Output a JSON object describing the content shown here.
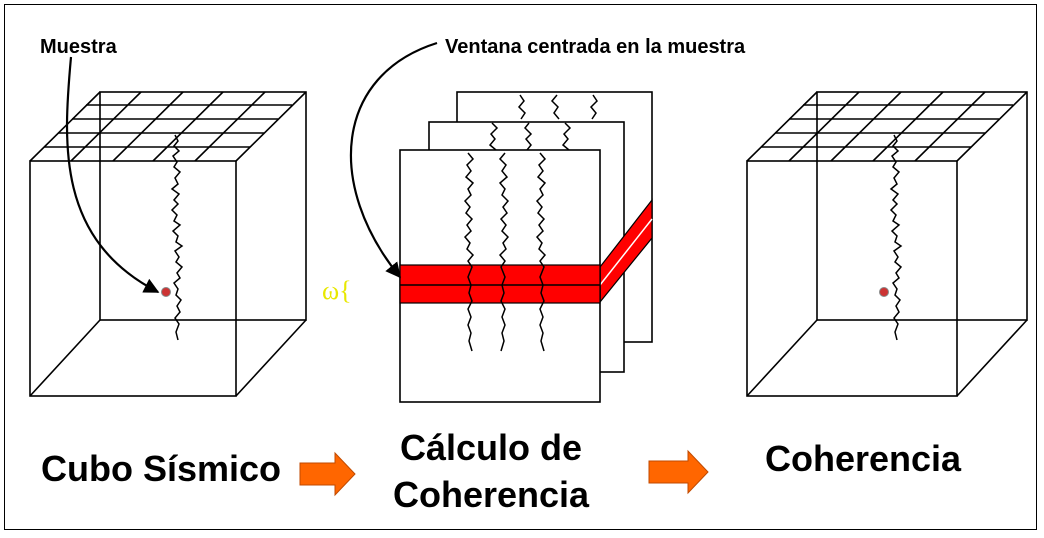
{
  "labels": {
    "muestra": "Muestra",
    "ventana": "Ventana centrada en la muestra",
    "omega": "ω{",
    "cubo": "Cubo Sísmico",
    "calculo_line1": "Cálculo de",
    "calculo_line2": "Coherencia",
    "coherencia": "Coherencia"
  },
  "colors": {
    "window": "#ff0000",
    "arrow": "#ff6600",
    "sample": "#cc3333",
    "omega": "#e8e800"
  }
}
